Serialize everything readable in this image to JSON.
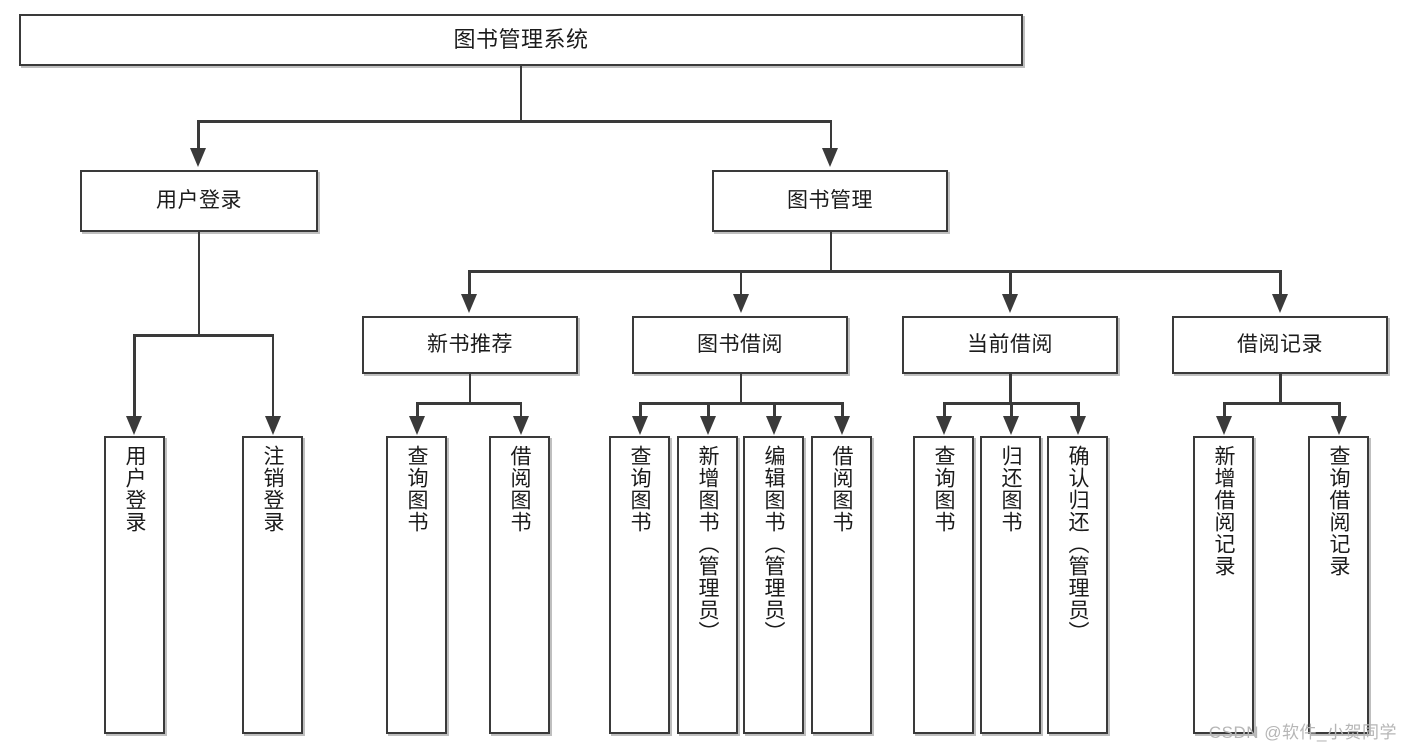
{
  "diagram": {
    "type": "tree",
    "title": "图书管理系统",
    "orientation": "top-down",
    "style": {
      "box_fill": "#ffffff",
      "box_stroke": "#3a3a3a",
      "text_color": "#1b1b1b",
      "connector_color": "#3a3a3a",
      "watermark_color": "#b6b6b6",
      "background": "#ffffff"
    },
    "nodes": {
      "root": {
        "label": "图书管理系统"
      },
      "level1": [
        {
          "label": "用户登录"
        },
        {
          "label": "图书管理"
        }
      ],
      "level2": [
        {
          "label": "新书推荐"
        },
        {
          "label": "图书借阅"
        },
        {
          "label": "当前借阅"
        },
        {
          "label": "借阅记录"
        }
      ],
      "leaves": {
        "user_login": [
          {
            "label": "用户登录"
          },
          {
            "label": "注销登录"
          }
        ],
        "new_book": [
          {
            "label": "查询图书"
          },
          {
            "label": "借阅图书"
          }
        ],
        "book_borrow": [
          {
            "label": "查询图书"
          },
          {
            "label": "新增图书（管理员）"
          },
          {
            "label": "编辑图书（管理员）"
          },
          {
            "label": "借阅图书"
          }
        ],
        "current_borrow": [
          {
            "label": "查询图书"
          },
          {
            "label": "归还图书"
          },
          {
            "label": "确认归还（管理员）"
          }
        ],
        "borrow_record": [
          {
            "label": "新增借阅记录"
          },
          {
            "label": "查询借阅记录"
          }
        ]
      }
    }
  },
  "watermark": {
    "text": "CSDN @软件_小贺同学"
  }
}
